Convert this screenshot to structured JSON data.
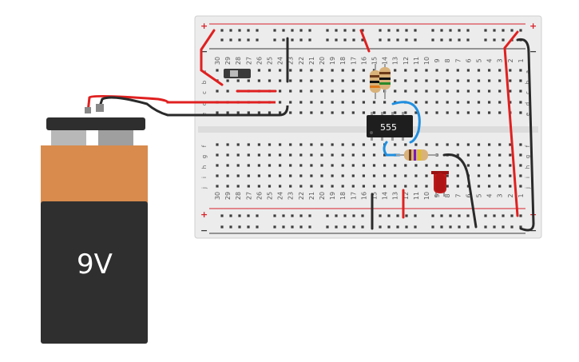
{
  "colors": {
    "rail_red": "#d8222a",
    "rail_dark": "#3a3a3a",
    "wire_red": "#e02020",
    "wire_black": "#2a2a2a",
    "wire_blue": "#1f8fe0",
    "battery_orange": "#d88b4d",
    "battery_black": "#2f2f2f",
    "board": "#e9e9e9",
    "led_red": "#c21a1a"
  },
  "breadboard": {
    "rail_plus": "+",
    "rail_minus": "−",
    "rows_top": [
      "a",
      "b",
      "c",
      "d",
      "e"
    ],
    "rows_bottom": [
      "f",
      "g",
      "h",
      "i",
      "j"
    ],
    "column_count": 30
  },
  "components": {
    "chip_label": "555",
    "battery_label": "9V",
    "icons": [
      "slide-switch-icon",
      "resistor-icon",
      "led-icon",
      "ic-chip-icon",
      "battery-icon"
    ]
  }
}
